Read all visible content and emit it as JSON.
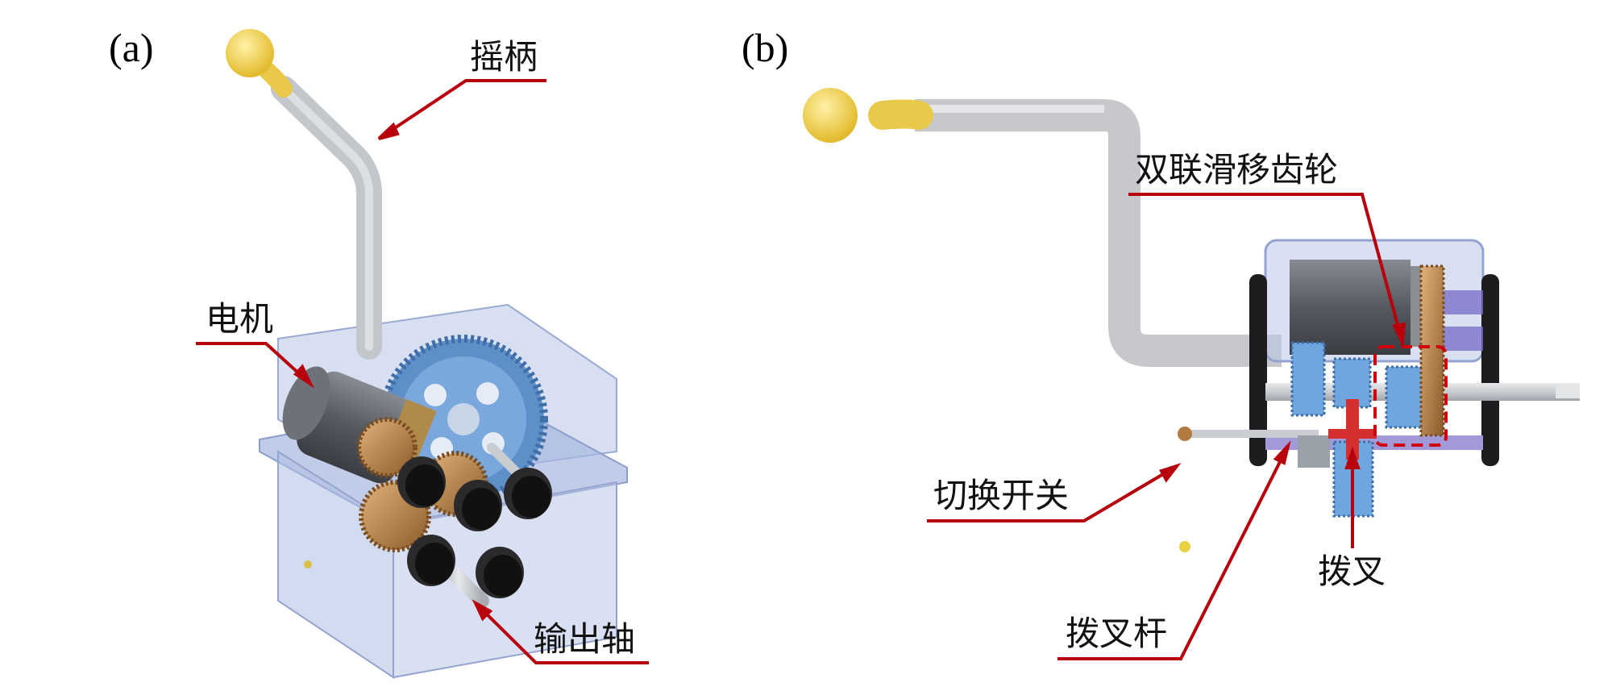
{
  "panels": [
    {
      "id": "a",
      "label": "(a)",
      "callouts": {
        "crank": "摇柄",
        "motor": "电机",
        "output_shaft": "输出轴"
      }
    },
    {
      "id": "b",
      "label": "(b)",
      "callouts": {
        "double_sliding_gear": "双联滑移齿轮",
        "switch": "切换开关",
        "shift_fork": "拨叉",
        "shift_fork_rod": "拨叉杆"
      }
    }
  ],
  "colors": {
    "leader_line": "#b8000c",
    "housing": "#a9b9df",
    "shaft": "#cfd2d6",
    "knob": "#f0cf3a",
    "motor": "#5b5f66",
    "gear_blue": "#6fa6e0",
    "gear_bronze": "#c08a4a",
    "cap_black": "#1b1b1d",
    "fork_red": "#d43030",
    "purple": "#7a70c8"
  }
}
